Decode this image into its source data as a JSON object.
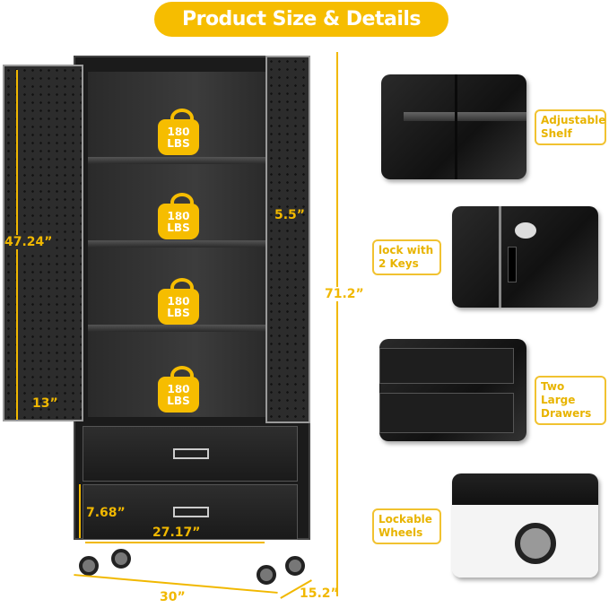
{
  "title": "Product Size & Details",
  "weights": [
    {
      "value": "180",
      "unit": "LBS"
    },
    {
      "value": "180",
      "unit": "LBS"
    },
    {
      "value": "180",
      "unit": "LBS"
    },
    {
      "value": "180",
      "unit": "LBS"
    }
  ],
  "dimensions": {
    "height": "71.2”",
    "door_height": "47.24”",
    "shelf_gap": "5.5”",
    "shelf_depth": "13”",
    "drawer_height": "7.68”",
    "drawer_width": "27.17”",
    "width": "30”",
    "depth": "15.2”"
  },
  "features": [
    {
      "label": "Adjustable Shelf"
    },
    {
      "label": "lock with 2 Keys"
    },
    {
      "label": "Two Large Drawers"
    },
    {
      "label": "Lockable Wheels"
    }
  ],
  "colors": {
    "accent": "#f6bd00",
    "cabinet": "#1b1b1b"
  }
}
